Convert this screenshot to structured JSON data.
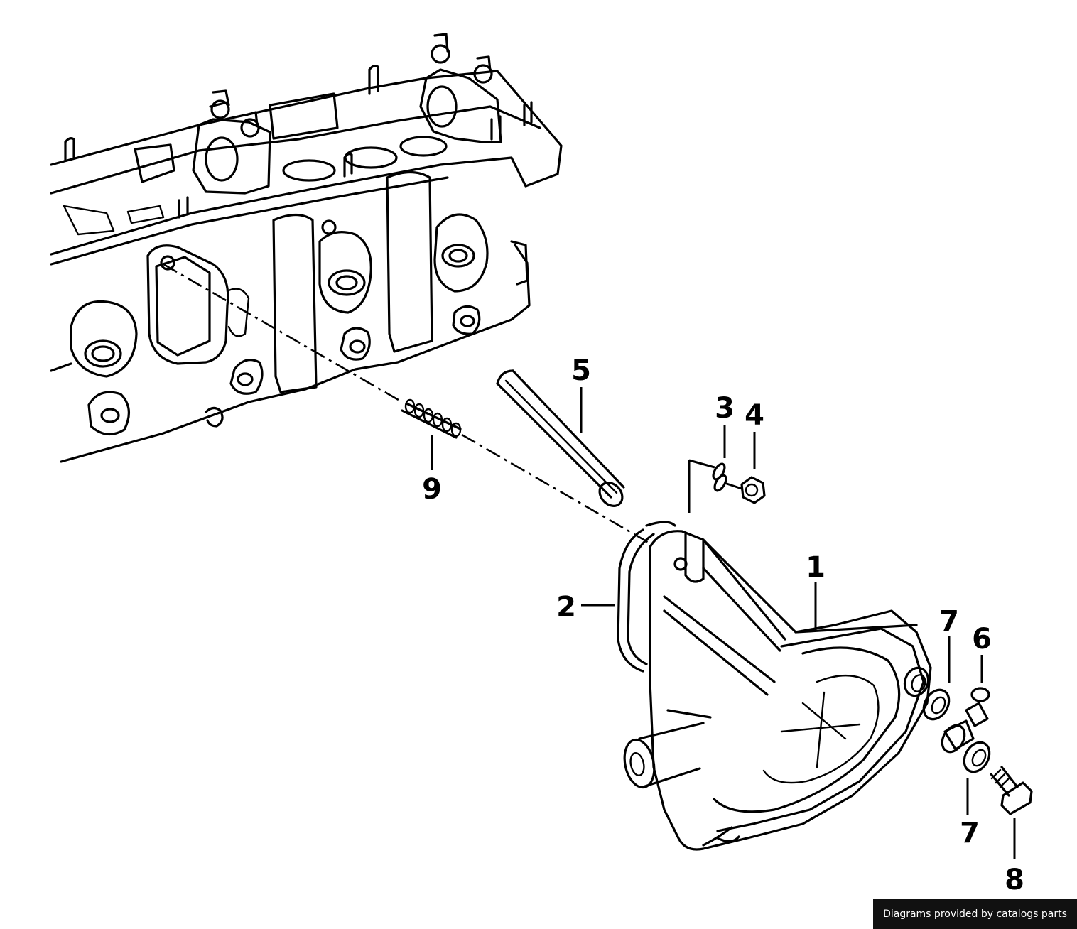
{
  "callouts": {
    "c1": "1",
    "c2": "2",
    "c3": "3",
    "c4": "4",
    "c5": "5",
    "c6": "6",
    "c7a": "7",
    "c7b": "7",
    "c8": "8",
    "c9": "9"
  },
  "credit": "Diagrams provided by catalogs parts"
}
